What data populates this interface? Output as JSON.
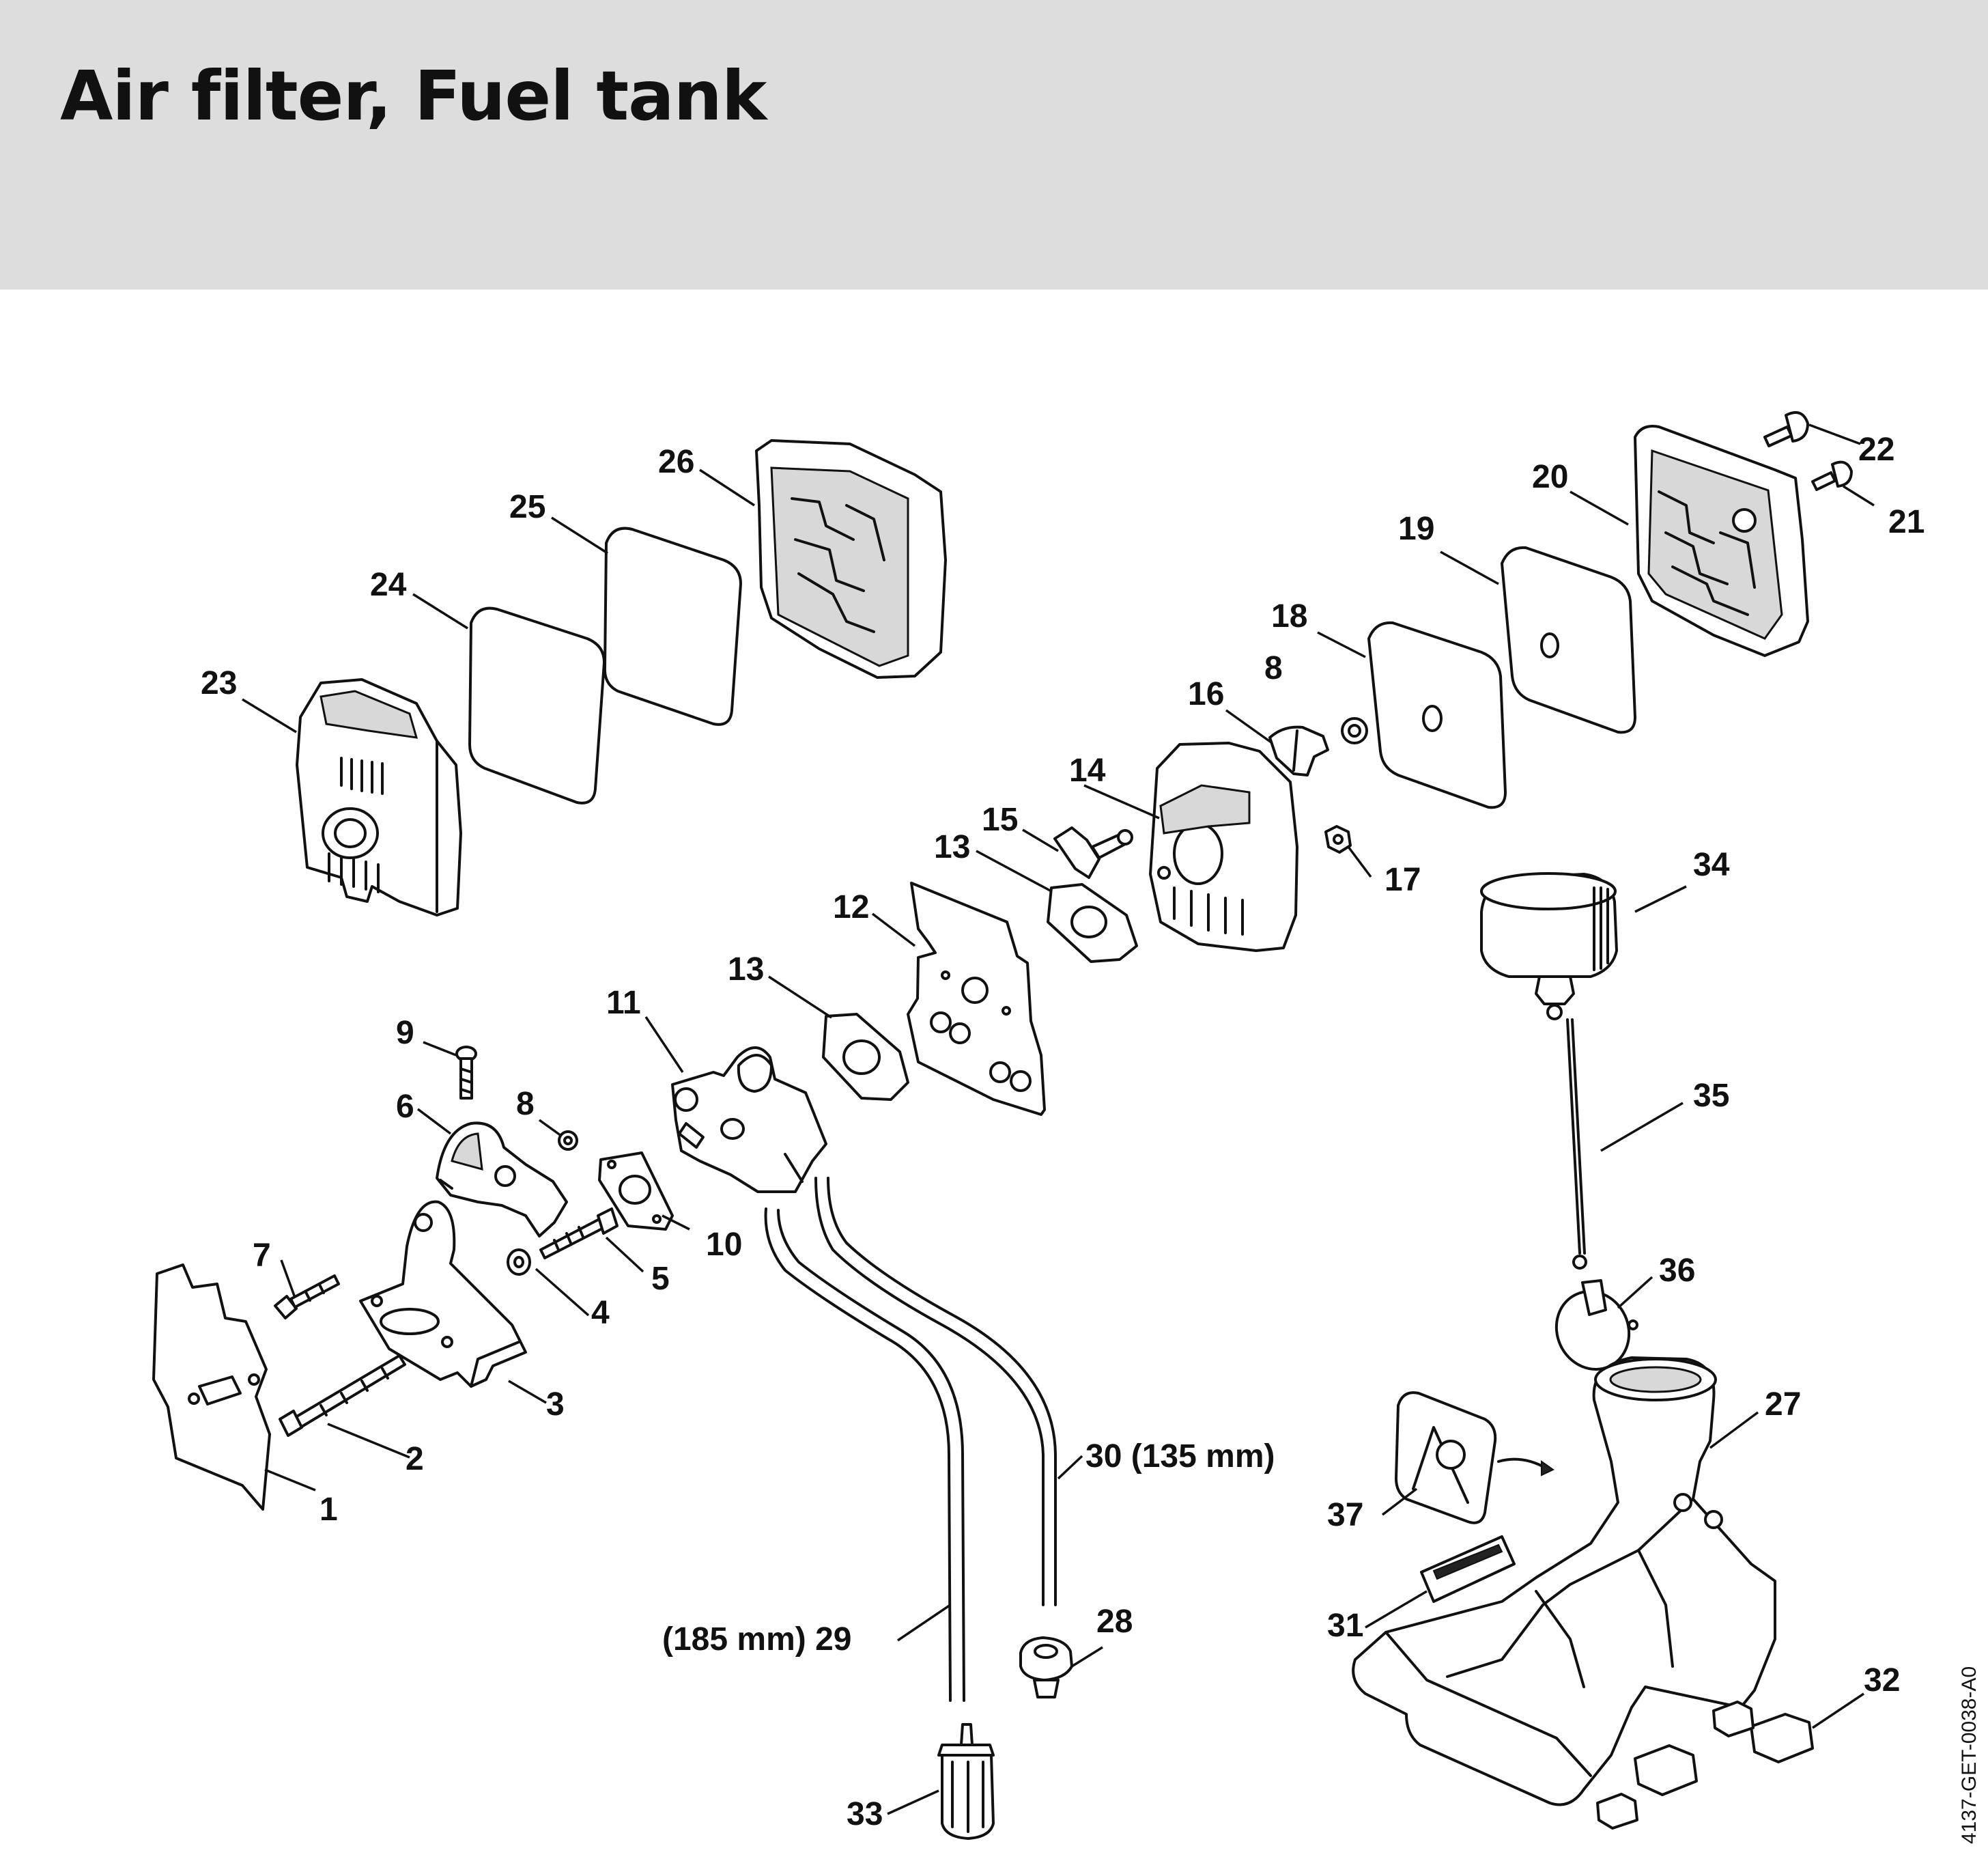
{
  "title": "Air filter, Fuel tank",
  "drawing_code": "4137-GET-0038-A0",
  "callouts": {
    "c1": "1",
    "c2": "2",
    "c3": "3",
    "c4": "4",
    "c5": "5",
    "c6": "6",
    "c7": "7",
    "c8a": "8",
    "c8b": "8",
    "c9": "9",
    "c10": "10",
    "c11": "11",
    "c12": "12",
    "c13a": "13",
    "c13b": "13",
    "c14": "14",
    "c15": "15",
    "c16": "16",
    "c17": "17",
    "c18": "18",
    "c19": "19",
    "c20": "20",
    "c21": "21",
    "c22": "22",
    "c23": "23",
    "c24": "24",
    "c25": "25",
    "c26": "26",
    "c27": "27",
    "c28": "28",
    "c29": "(185 mm) 29",
    "c30": "30 (135 mm)",
    "c31": "31",
    "c32": "32",
    "c33": "33",
    "c34": "34",
    "c35": "35",
    "c36": "36",
    "c37": "37"
  }
}
